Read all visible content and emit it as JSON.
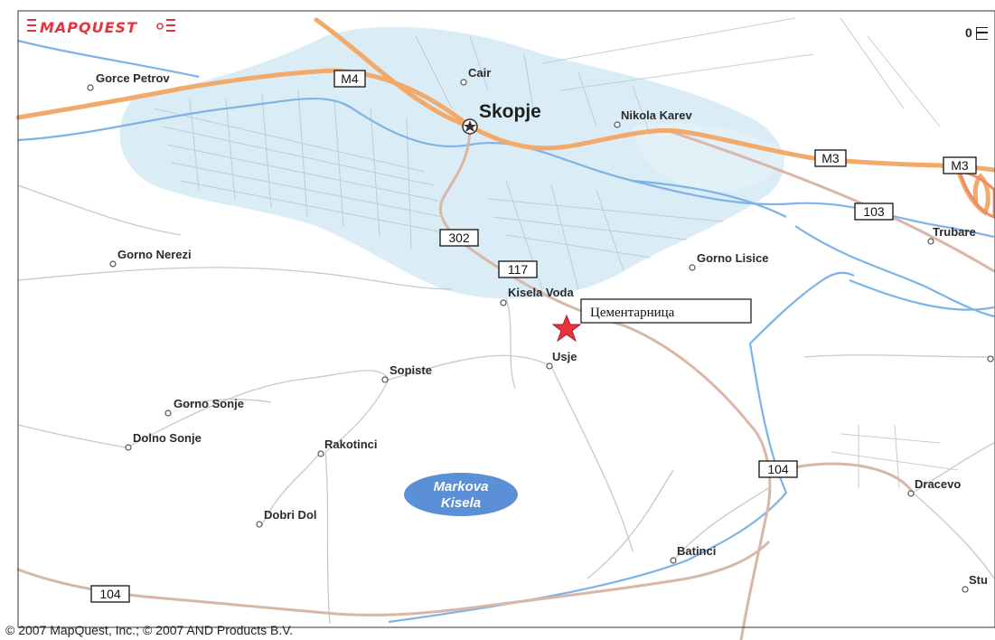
{
  "branding": {
    "logo": "MAPQUEST"
  },
  "zoom": {
    "label": "0"
  },
  "copyright": "© 2007 MapQuest, Inc.; © 2007 AND Products B.V.",
  "cities": [
    {
      "id": "skopje",
      "name": "Skopje"
    }
  ],
  "places": [
    {
      "id": "gorce-petrov",
      "name": "Gorce Petrov"
    },
    {
      "id": "cair",
      "name": "Cair"
    },
    {
      "id": "nikola-karev",
      "name": "Nikola Karev"
    },
    {
      "id": "trubarevo",
      "name": "Trubare"
    },
    {
      "id": "gorno-nerezi",
      "name": "Gorno Nerezi"
    },
    {
      "id": "gorno-lisice",
      "name": "Gorno Lisice"
    },
    {
      "id": "kisela-voda",
      "name": "Kisela Voda"
    },
    {
      "id": "usje",
      "name": "Usje"
    },
    {
      "id": "sopiste",
      "name": "Sopiste"
    },
    {
      "id": "gorno-sonje",
      "name": "Gorno Sonje"
    },
    {
      "id": "dolno-sonje",
      "name": "Dolno Sonje"
    },
    {
      "id": "rakotinci",
      "name": "Rakotinci"
    },
    {
      "id": "dobri-dol",
      "name": "Dobri Dol"
    },
    {
      "id": "batinci",
      "name": "Batinci"
    },
    {
      "id": "dracevo",
      "name": "Dracevo"
    },
    {
      "id": "studenicani",
      "name": "Stu"
    }
  ],
  "roads": [
    {
      "id": "m4",
      "label": "M4"
    },
    {
      "id": "m3-a",
      "label": "M3"
    },
    {
      "id": "m3-b",
      "label": "M3"
    },
    {
      "id": "r103",
      "label": "103"
    },
    {
      "id": "r302",
      "label": "302"
    },
    {
      "id": "r117",
      "label": "117"
    },
    {
      "id": "r104-a",
      "label": "104"
    },
    {
      "id": "r104-b",
      "label": "104"
    }
  ],
  "lake": {
    "line1": "Markova",
    "line2": "Kisela"
  },
  "marker": {
    "label": "Цементарница",
    "color": "#e8333c"
  },
  "colors": {
    "highway": "#f2a96a",
    "road": "#d9b7a6",
    "river": "#7fb3e6",
    "urban": "#d8ecf6",
    "lake": "#5b8fd6",
    "street": "#b9c9d6"
  }
}
